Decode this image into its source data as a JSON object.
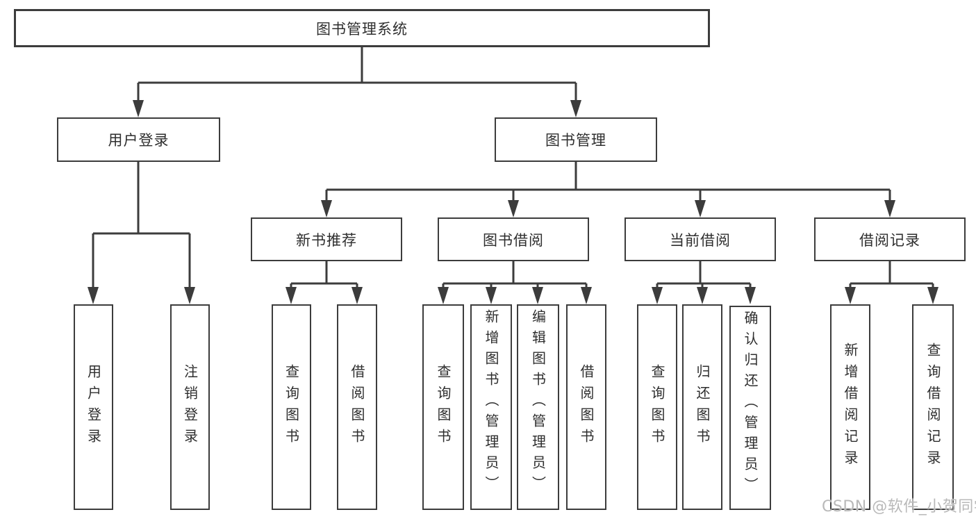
{
  "diagram": {
    "type": "hierarchy-tree",
    "title": "图书管理系统",
    "hierarchy": {
      "图书管理系统": {
        "用户登录": [
          "用户登录",
          "注销登录"
        ],
        "图书管理": {
          "新书推荐": [
            "查询图书",
            "借阅图书"
          ],
          "图书借阅": [
            "查询图书",
            "新增图书（管理员）",
            "编辑图书（管理员）",
            "借阅图书"
          ],
          "当前借阅": [
            "查询图书",
            "归还图书",
            "确认归还（管理员）"
          ],
          "借阅记录": [
            "新增借阅记录",
            "查询借阅记录"
          ]
        }
      }
    }
  },
  "nodes": {
    "root": "图书管理系统",
    "user_login_group": "用户登录",
    "book_mgmt": "图书管理",
    "new_book_rec": "新书推荐",
    "book_borrow": "图书借阅",
    "current_borrow": "当前借阅",
    "borrow_records": "借阅记录",
    "user_login": "用户登录",
    "logout": "注销登录",
    "nb_query": "查询图书",
    "nb_borrow": "借阅图书",
    "bb_query": "查询图书",
    "bb_add": "新增图书（管理员）",
    "bb_edit": "编辑图书（管理员）",
    "bb_borrow": "借阅图书",
    "cb_query": "查询图书",
    "cb_return": "归还图书",
    "cb_confirm": "确认归还（管理员）",
    "br_add": "新增借阅记录",
    "br_query": "查询借阅记录"
  },
  "watermark": "CSDN @软件_小贺同学",
  "colors": {
    "background": "#ffffff",
    "line": "#3c3c3c",
    "box_border": "#3c3c3c",
    "text": "#2e2e2e",
    "watermark": "#b9b9b9"
  }
}
